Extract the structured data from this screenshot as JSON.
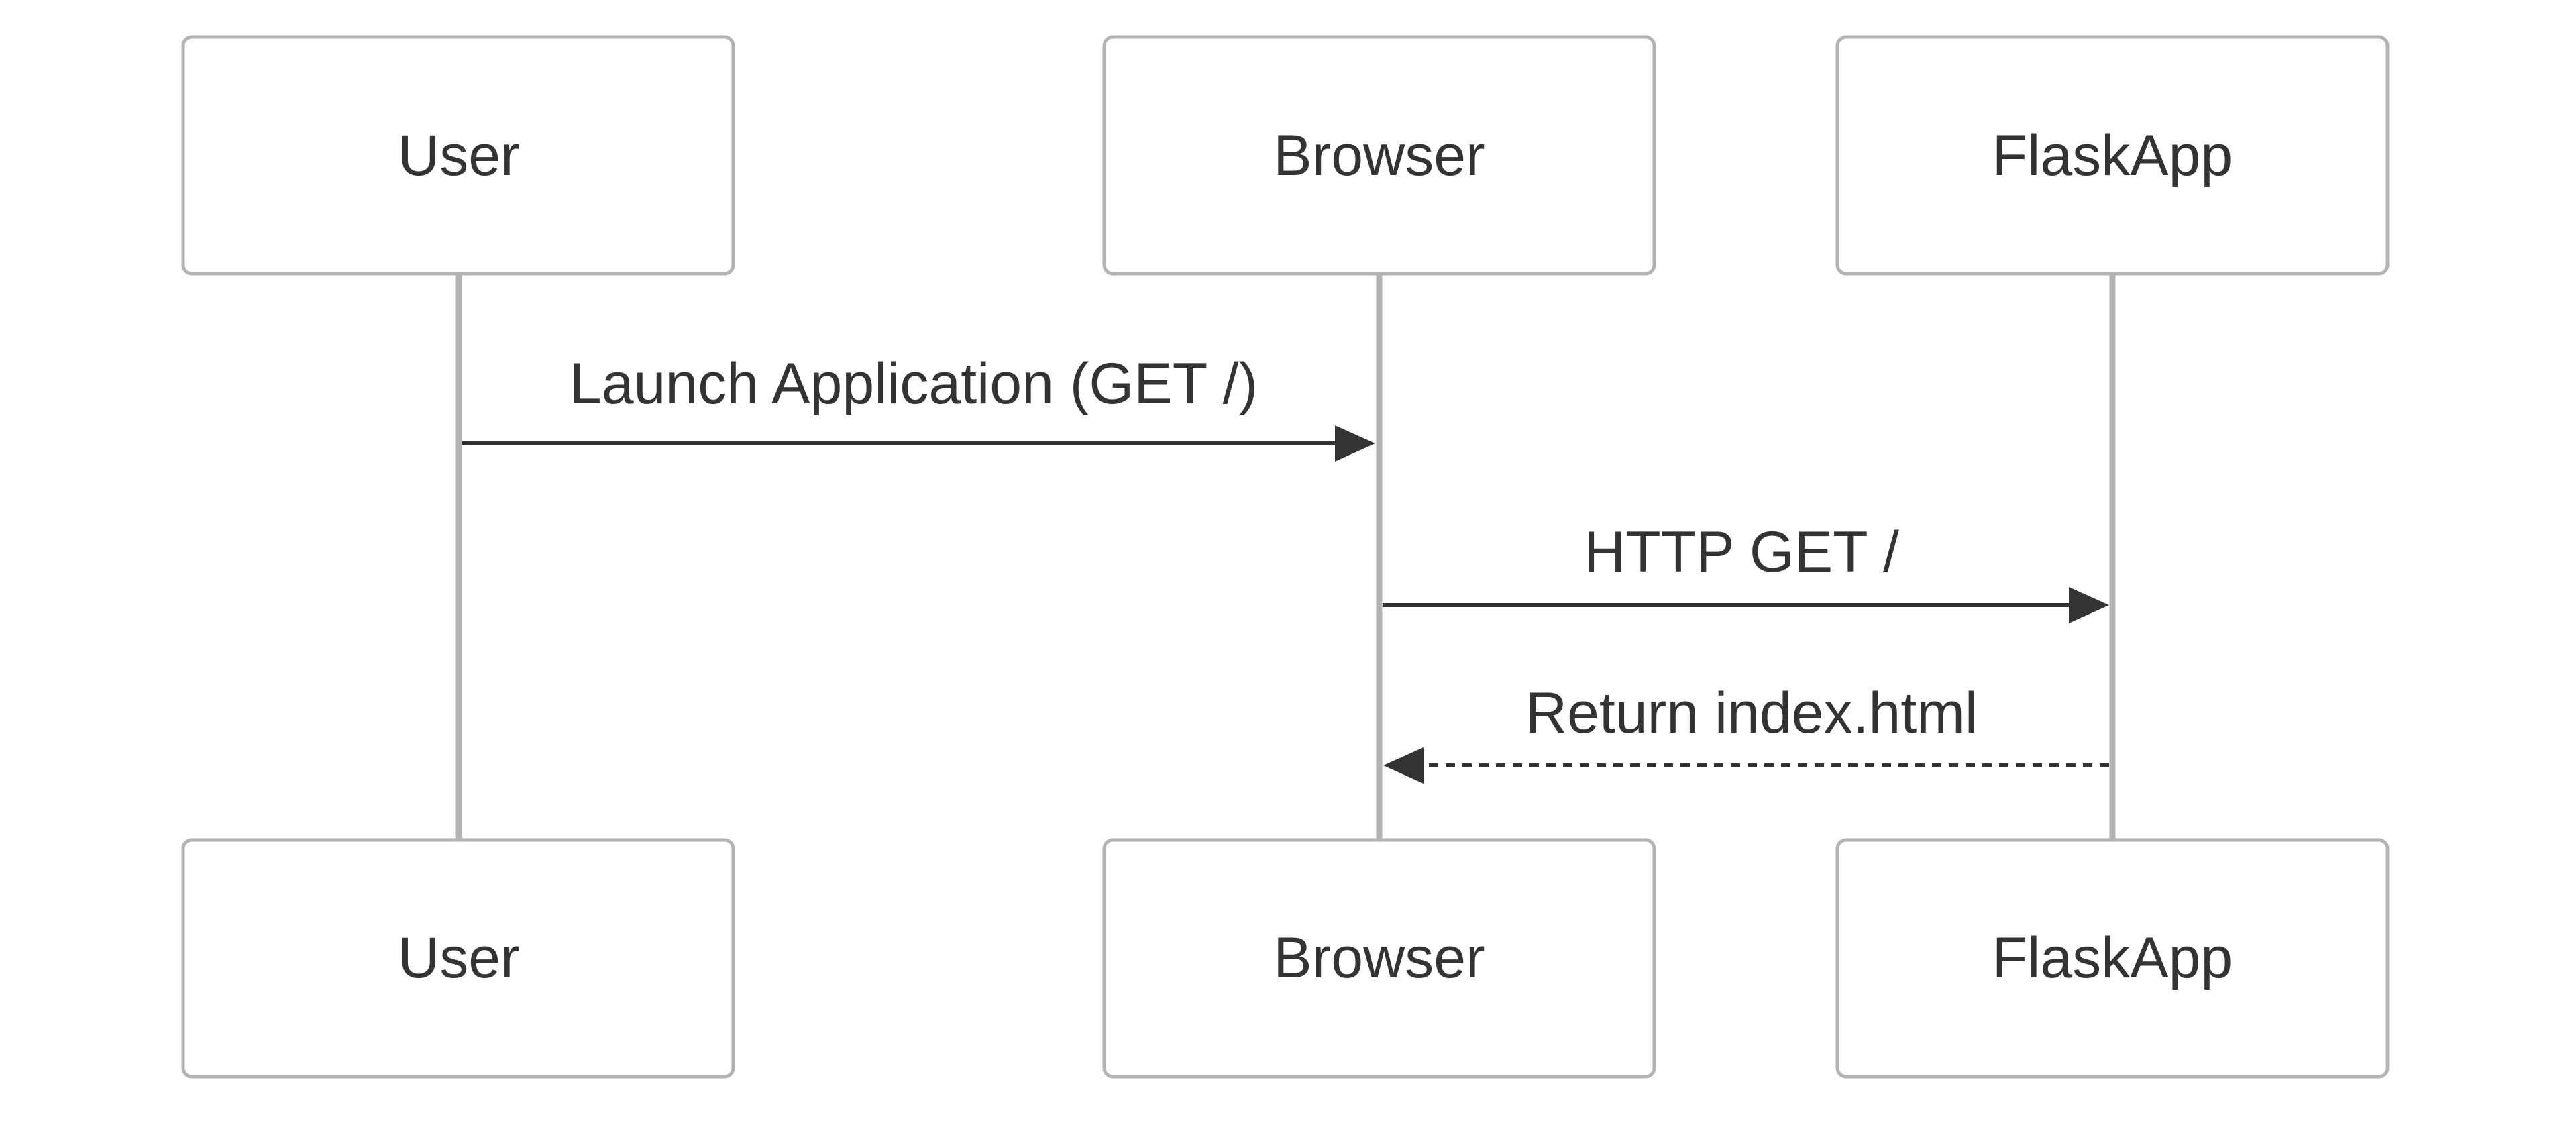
{
  "diagram": {
    "type": "sequence",
    "participants": [
      {
        "id": "user",
        "label": "User"
      },
      {
        "id": "browser",
        "label": "Browser"
      },
      {
        "id": "flaskapp",
        "label": "FlaskApp"
      }
    ],
    "messages": [
      {
        "from": "user",
        "to": "browser",
        "label": "Launch Application (GET /)",
        "style": "solid"
      },
      {
        "from": "browser",
        "to": "flaskapp",
        "label": "HTTP GET /",
        "style": "solid"
      },
      {
        "from": "flaskapp",
        "to": "browser",
        "label": "Return index.html",
        "style": "dashed"
      }
    ],
    "colors": {
      "box_border": "#b3b3b3",
      "lifeline": "#b3b3b3",
      "text": "#333333",
      "arrow": "#333333",
      "background": "#ffffff"
    }
  }
}
